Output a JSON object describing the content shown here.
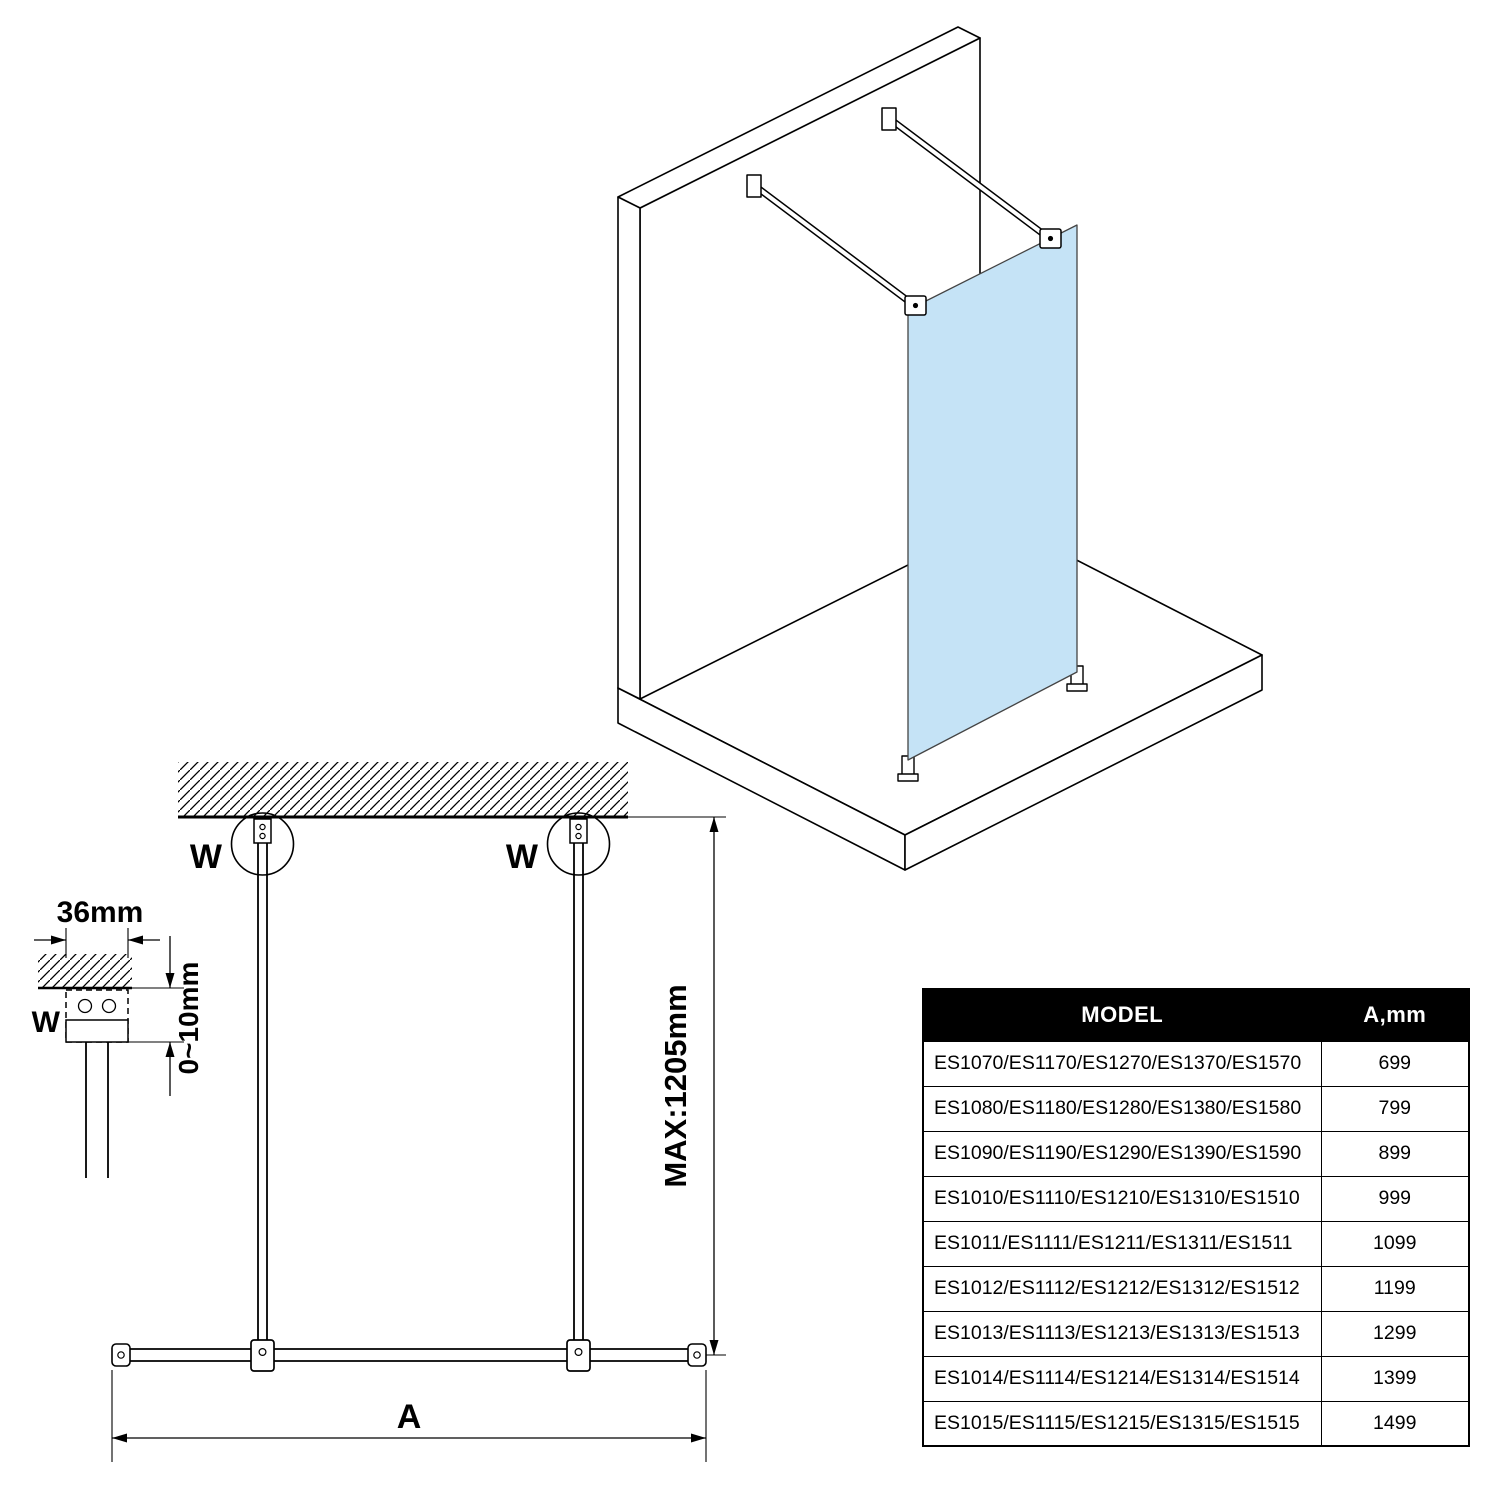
{
  "front_view": {
    "w_left": "W",
    "w_right": "W",
    "max_label": "MAX:1205mm",
    "a_label": "A"
  },
  "detail_view": {
    "width_label": "36mm",
    "gap_label": "0~10mm",
    "w_label": "W"
  },
  "table": {
    "headers": {
      "model": "MODEL",
      "a": "A,mm"
    },
    "rows": [
      {
        "model": "ES1070/ES1170/ES1270/ES1370/ES1570",
        "a": "699"
      },
      {
        "model": "ES1080/ES1180/ES1280/ES1380/ES1580",
        "a": "799"
      },
      {
        "model": "ES1090/ES1190/ES1290/ES1390/ES1590",
        "a": "899"
      },
      {
        "model": "ES1010/ES1110/ES1210/ES1310/ES1510",
        "a": "999"
      },
      {
        "model": "ES1011/ES1111/ES1211/ES1311/ES1511",
        "a": "1099"
      },
      {
        "model": "ES1012/ES1112/ES1212/ES1312/ES1512",
        "a": "1199"
      },
      {
        "model": "ES1013/ES1113/ES1213/ES1313/ES1513",
        "a": "1299"
      },
      {
        "model": "ES1014/ES1114/ES1214/ES1314/ES1514",
        "a": "1399"
      },
      {
        "model": "ES1015/ES1115/ES1215/ES1315/ES1515",
        "a": "1499"
      }
    ]
  },
  "colors": {
    "glass": "#c5e3f6",
    "line": "#000000",
    "table_header_bg": "#000000",
    "table_header_text": "#ffffff"
  }
}
